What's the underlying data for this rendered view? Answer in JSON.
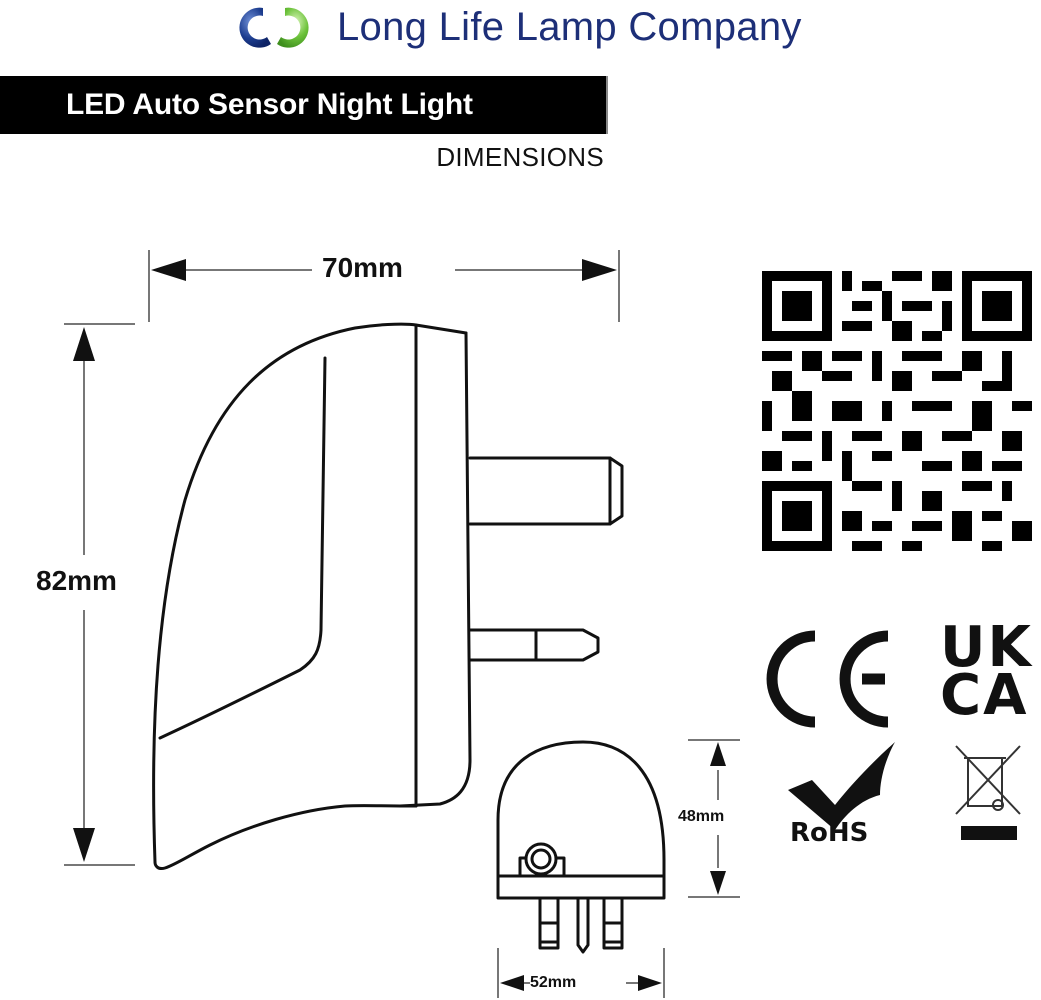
{
  "header": {
    "company_name": "Long Life Lamp Company",
    "logo": {
      "icon": "interlocking-rings-logo-icon",
      "colors": {
        "blue": "#1d3d8f",
        "green": "#6cc23a"
      }
    },
    "brand_color": "#1d2f78"
  },
  "banner": {
    "title": "LED Auto Sensor Night Light",
    "subtitle": "DIMENSIONS",
    "background": "#000000",
    "text_color": "#ffffff"
  },
  "side_view": {
    "width_label": "70mm",
    "height_label": "82mm"
  },
  "front_view": {
    "height_label": "48mm",
    "width_label": "52mm"
  },
  "qr_code": {
    "icon": "qr-code-icon"
  },
  "certifications": [
    {
      "id": "ce",
      "label": "CE",
      "icon": "ce-mark-icon"
    },
    {
      "id": "ukca",
      "label_top": "UK",
      "label_bottom": "CA",
      "icon": "ukca-mark-icon"
    },
    {
      "id": "rohs",
      "label": "RoHS",
      "icon": "rohs-checkmark-icon"
    },
    {
      "id": "weee",
      "label": "",
      "icon": "weee-crossed-bin-icon"
    }
  ]
}
